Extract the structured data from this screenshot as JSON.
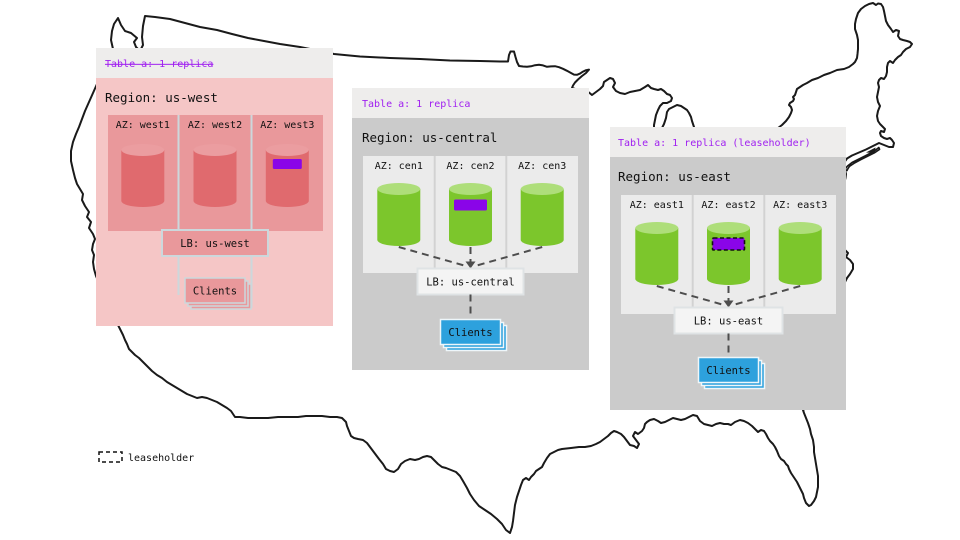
{
  "diagram": "single-region replication topology over US map",
  "legend": {
    "label": "leaseholder"
  },
  "colors": {
    "page_bg": "#ffffff",
    "map_stroke": "#1a1a1a",
    "header_bg": "#eeedec",
    "header_text": "#a020f0",
    "text": "#111111",
    "west_body": "#f5c6c6",
    "west_box": "#e9989b",
    "west_cyl_body": "#e06a6e",
    "west_cyl_top": "#eb9da0",
    "west_line": "#ccd8dc",
    "gray_body": "#cbcbcb",
    "gray_az": "#ebebeb",
    "gray_lb": "#f4f4f4",
    "gray_lb_stroke": "#dfe3e5",
    "gray_divider": "#d2d2d2",
    "green_cyl_body": "#7cc62c",
    "green_cyl_top": "#aede7a",
    "blue_clients": "#2da1dd",
    "blue_clients_stroke": "#eef6fa",
    "replica_violet": "#8a05e8",
    "dash_line": "#4d4d4d"
  },
  "panels": [
    {
      "id": "us-west",
      "header": "Table a: 1 replica",
      "header_strikethrough": true,
      "region_label": "Region: us-west",
      "azs": [
        "AZ: west1",
        "AZ: west2",
        "AZ: west3"
      ],
      "replica_marker_az": "AZ: west3",
      "lb_label": "LB: us-west",
      "clients_label": "Clients"
    },
    {
      "id": "us-central",
      "header": "Table a: 1 replica",
      "header_strikethrough": false,
      "region_label": "Region: us-central",
      "azs": [
        "AZ: cen1",
        "AZ: cen2",
        "AZ: cen3"
      ],
      "replica_marker_az": "AZ: cen2",
      "lb_label": "LB: us-central",
      "clients_label": "Clients"
    },
    {
      "id": "us-east",
      "header": "Table a: 1 replica (leaseholder)",
      "header_strikethrough": false,
      "region_label": "Region: us-east",
      "azs": [
        "AZ: east1",
        "AZ: east2",
        "AZ: east3"
      ],
      "replica_marker_az": "AZ: east2",
      "leaseholder_marker": true,
      "lb_label": "LB: us-east",
      "clients_label": "Clients"
    }
  ]
}
